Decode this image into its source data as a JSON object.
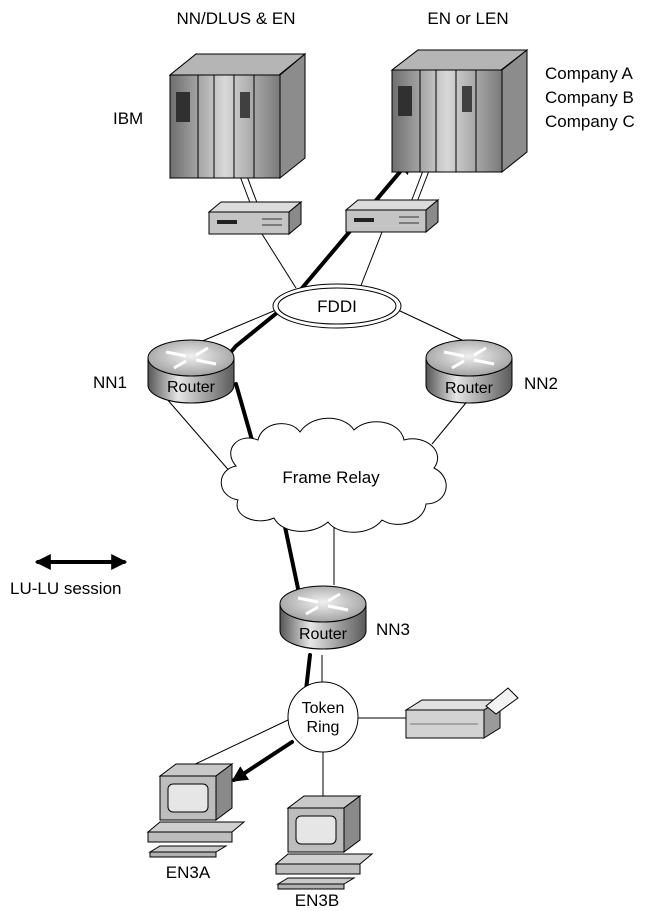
{
  "hosts": {
    "left_title": "NN/DLUS & EN",
    "left_vendor": "IBM",
    "right_title": "EN or LEN",
    "right_vendors": [
      "Company A",
      "Company B",
      "Company C"
    ]
  },
  "ring_fddi": "FDDI",
  "routers": {
    "nn1": {
      "label": "Router",
      "node": "NN1"
    },
    "nn2": {
      "label": "Router",
      "node": "NN2"
    },
    "nn3": {
      "label": "Router",
      "node": "NN3"
    }
  },
  "cloud_label": "Frame Relay",
  "token_ring": {
    "line1": "Token",
    "line2": "Ring"
  },
  "legend": {
    "label": "LU-LU session"
  },
  "workstations": {
    "a": "EN3A",
    "b": "EN3B"
  },
  "colors": {
    "line": "#000000",
    "equipment": "#c8c8c8",
    "equipment_dark": "#8a8a8a",
    "screen": "#e6e6e6"
  }
}
